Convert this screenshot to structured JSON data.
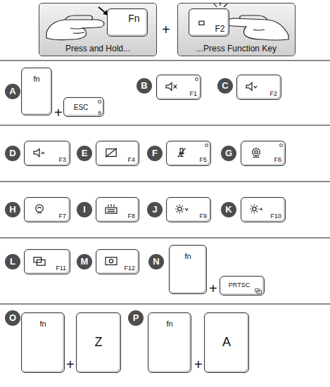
{
  "diagram": {
    "nodes": [
      {
        "text": [
          "Press and Hold..."
        ]
      },
      {
        "text": [
          "Fn"
        ],
        "in": 0
      },
      {
        "text": [
          "...Press Function Key"
        ]
      },
      {
        "text": [
          "F2"
        ],
        "in": 2
      },
      {
        "text": [
          "A"
        ]
      },
      {
        "text": [
          "fn"
        ]
      },
      {
        "text": [
          "ESC"
        ]
      },
      {
        "text": [
          "B"
        ]
      },
      {
        "text": [
          "F1"
        ]
      },
      {
        "text": [
          "C"
        ]
      },
      {
        "text": [
          "F2"
        ]
      },
      {
        "text": [
          "D"
        ]
      },
      {
        "text": [
          "F3"
        ]
      },
      {
        "text": [
          "E"
        ]
      },
      {
        "text": [
          "F4"
        ]
      },
      {
        "text": [
          "F"
        ]
      },
      {
        "text": [
          "F5"
        ]
      },
      {
        "text": [
          "G"
        ]
      },
      {
        "text": [
          "F6"
        ]
      },
      {
        "text": [
          "H"
        ]
      },
      {
        "text": [
          "F7"
        ]
      },
      {
        "text": [
          "I"
        ]
      },
      {
        "text": [
          "F8"
        ]
      },
      {
        "text": [
          "J"
        ]
      },
      {
        "text": [
          "F9"
        ]
      },
      {
        "text": [
          "K"
        ]
      },
      {
        "text": [
          "F10"
        ]
      },
      {
        "text": [
          "L"
        ]
      },
      {
        "text": [
          "F11"
        ]
      },
      {
        "text": [
          "M"
        ]
      },
      {
        "text": [
          "F12"
        ]
      },
      {
        "text": [
          "N"
        ]
      },
      {
        "text": [
          "fn"
        ]
      },
      {
        "text": [
          "PRTSC"
        ]
      },
      {
        "text": [
          "O"
        ]
      },
      {
        "text": [
          "fn"
        ]
      },
      {
        "text": [
          "Z"
        ]
      },
      {
        "text": [
          "P"
        ]
      },
      {
        "text": [
          "fn"
        ]
      },
      {
        "text": [
          "A"
        ]
      }
    ],
    "labels": [
      "+",
      "+",
      "+",
      "+",
      "+"
    ]
  }
}
